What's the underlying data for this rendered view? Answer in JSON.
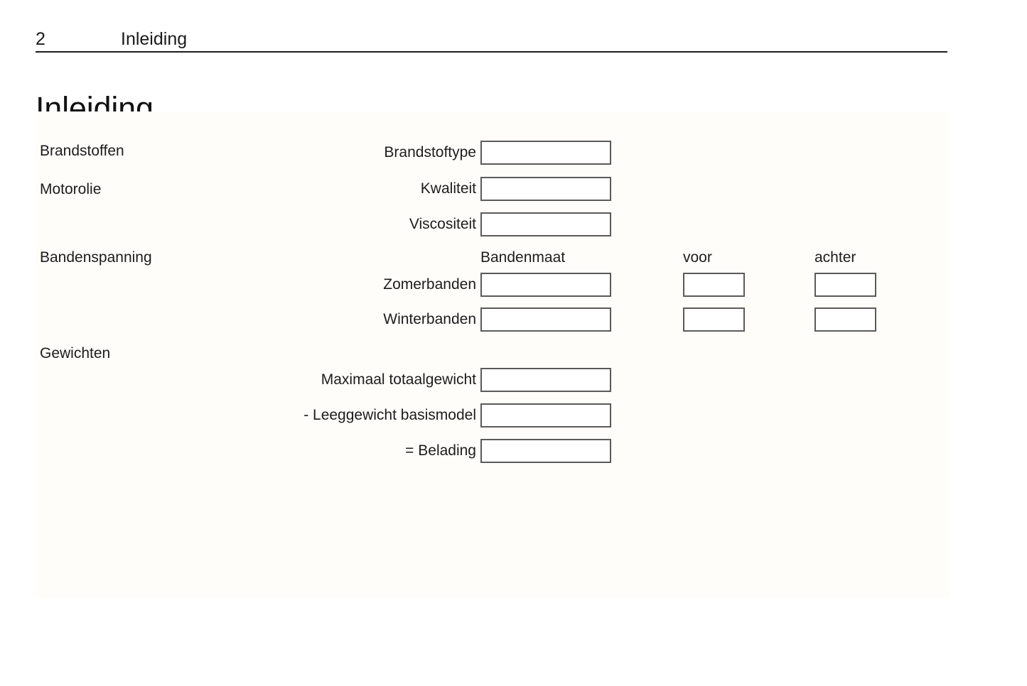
{
  "running_head": {
    "page_number": "2",
    "chapter": "Inleiding"
  },
  "page_title": "Inleiding",
  "form": {
    "sections": [
      {
        "key": "brandstoffen",
        "label": "Brandstoffen"
      },
      {
        "key": "motorolie",
        "label": "Motorolie"
      },
      {
        "key": "bandenspanning",
        "label": "Bandenspanning"
      },
      {
        "key": "gewichten",
        "label": "Gewichten"
      }
    ],
    "column_headers": {
      "size": "Bandenmaat",
      "front": "voor",
      "rear": "achter"
    },
    "rows": [
      {
        "key": "brandstoftype",
        "label": "Brandstoftype",
        "value": "",
        "placeholder": ""
      },
      {
        "key": "kwaliteit",
        "label": "Kwaliteit",
        "value": "",
        "placeholder": ""
      },
      {
        "key": "viscositeit",
        "label": "Viscositeit",
        "value": "",
        "placeholder": ""
      },
      {
        "key": "zomerbanden",
        "label": "Zomerbanden",
        "value": "",
        "placeholder": "",
        "front": "",
        "rear": ""
      },
      {
        "key": "winterbanden",
        "label": "Winterbanden",
        "value": "",
        "placeholder": "",
        "front": "",
        "rear": ""
      },
      {
        "key": "maximaal-totaalgewicht",
        "label": "Maximaal totaalgewicht",
        "value": "",
        "placeholder": ""
      },
      {
        "key": "leeggewicht-basismodel",
        "label": "- Leeggewicht basismodel",
        "value": "",
        "placeholder": ""
      },
      {
        "key": "belading",
        "label": "= Belading",
        "value": "",
        "placeholder": ""
      }
    ]
  },
  "colors": {
    "text": "#1c1c1c",
    "rule": "#1c1c1c",
    "box_border": "#5a5a5a",
    "panel_background": "#fffdf9",
    "page_background": "#ffffff"
  }
}
